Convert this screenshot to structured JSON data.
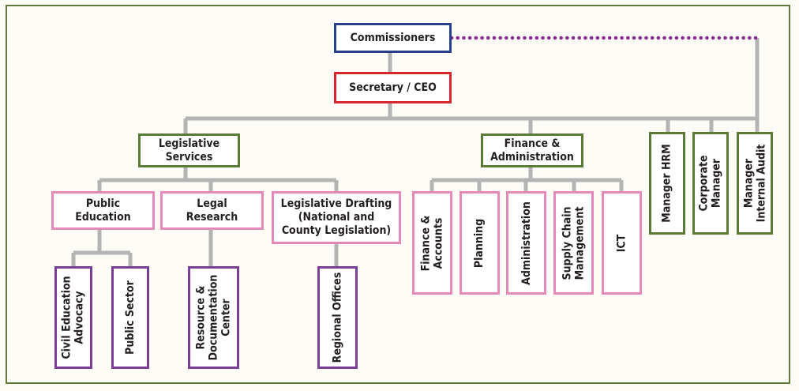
{
  "colors": {
    "connector": "#b4b4b4",
    "dotted_link": "#8e2a96",
    "frame": "#5f7a3a",
    "navy": "#26408b",
    "red": "#d7262f",
    "green": "#5b7a35",
    "pink": "#e58ab8",
    "purple": "#7a3e98"
  },
  "org": {
    "commissioners": "Commissioners",
    "secretary": "Secretary / CEO",
    "legislative_services": "Legislative\nServices",
    "finance_admin": "Finance &\nAdministration",
    "manager_hrm": "Manager HRM",
    "corporate_manager": "Corporate\nManager",
    "manager_internal_audit": "Manager\nInternal Audit",
    "public_education": "Public\nEducation",
    "legal_research": "Legal\nResearch",
    "legislative_drafting": "Legislative Drafting\n(National and\nCounty Legislation)",
    "civil_education_advocacy": "Civil Education\nAdvocacy",
    "public_sector": "Public Sector",
    "resource_documentation": "Resource &\nDocumentation\nCenter",
    "regional_offices": "Regional Offices",
    "finance_accounts": "Finance &\nAccounts",
    "planning": "Planning",
    "administration": "Administration",
    "supply_chain": "Supply Chain\nManagement",
    "ict": "ICT"
  }
}
